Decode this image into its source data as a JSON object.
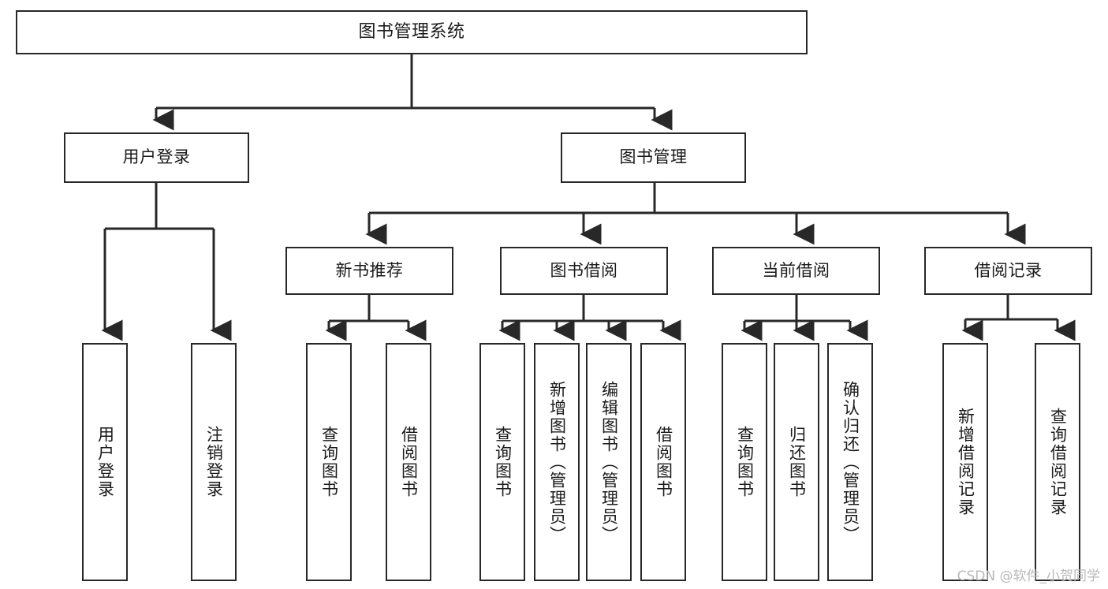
{
  "diagram": {
    "title": "图书管理系统",
    "type": "tree-hierarchy",
    "watermark": "CSDN @软件_小贺同学",
    "stroke_color": "#282828",
    "fill_color": "#ffffff",
    "text_color": "#1a1a1a",
    "watermark_color": "#b9b9b9"
  },
  "nodes": {
    "root": {
      "label": "图书管理系统"
    },
    "level2": [
      {
        "label": "用户登录"
      },
      {
        "label": "图书管理"
      }
    ],
    "level3": [
      {
        "label": "新书推荐"
      },
      {
        "label": "图书借阅"
      },
      {
        "label": "当前借阅"
      },
      {
        "label": "借阅记录"
      }
    ],
    "leaves": {
      "user_login": [
        {
          "label": "用户登录"
        },
        {
          "label": "注销登录"
        }
      ],
      "new_book": [
        {
          "label": "查询图书"
        },
        {
          "label": "借阅图书"
        }
      ],
      "book_borrow": [
        {
          "label": "查询图书"
        },
        {
          "label": "新增图书（管理员）"
        },
        {
          "label": "编辑图书（管理员）"
        },
        {
          "label": "借阅图书"
        }
      ],
      "current_borrow": [
        {
          "label": "查询图书"
        },
        {
          "label": "归还图书"
        },
        {
          "label": "确认归还（管理员）"
        }
      ],
      "borrow_record": [
        {
          "label": "新增借阅记录"
        },
        {
          "label": "查询借阅记录"
        }
      ]
    }
  }
}
